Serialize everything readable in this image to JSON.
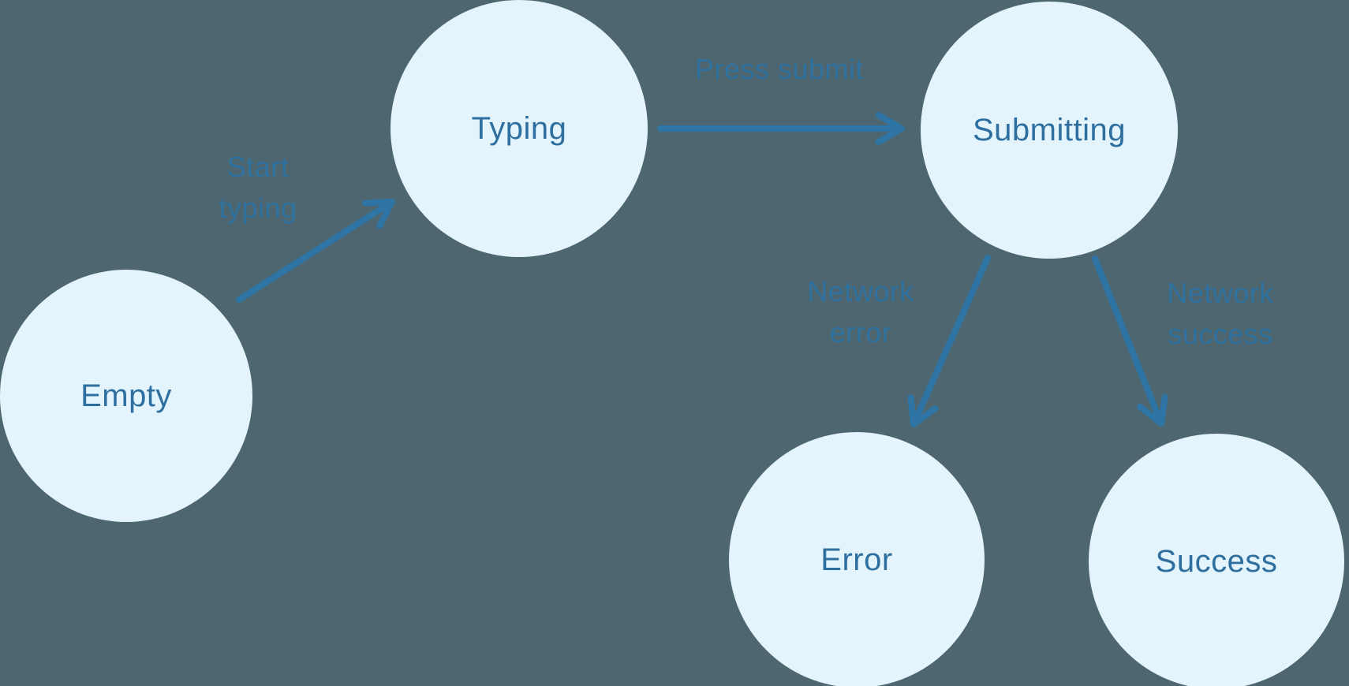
{
  "diagram": {
    "type": "state-machine",
    "nodes": [
      {
        "id": "empty",
        "label": "Empty"
      },
      {
        "id": "typing",
        "label": "Typing"
      },
      {
        "id": "submitting",
        "label": "Submitting"
      },
      {
        "id": "error",
        "label": "Error"
      },
      {
        "id": "success",
        "label": "Success"
      }
    ],
    "edges": [
      {
        "from": "empty",
        "to": "typing",
        "label": "Start typing"
      },
      {
        "from": "typing",
        "to": "submitting",
        "label": "Press submit"
      },
      {
        "from": "submitting",
        "to": "error",
        "label": "Network error"
      },
      {
        "from": "submitting",
        "to": "success",
        "label": "Network success"
      }
    ],
    "colors": {
      "background": "#4D6670",
      "node_fill": "#E4F4FD",
      "node_text": "#2E6F9F",
      "edge": "#2E74A4"
    }
  }
}
